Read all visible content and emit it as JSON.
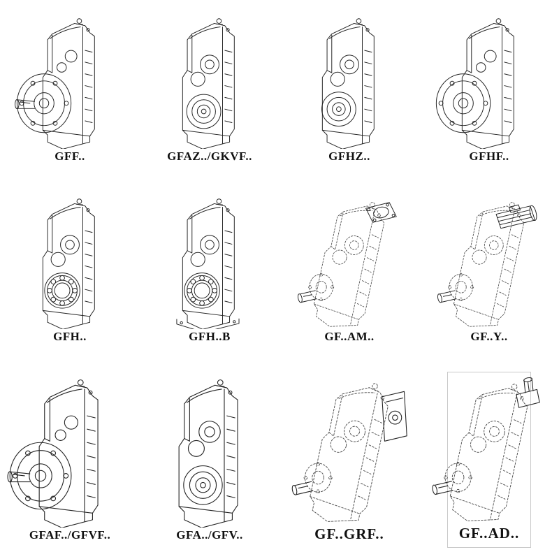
{
  "page": {
    "background": "#ffffff",
    "line_color": "#232323",
    "phantom_line_color": "#4a4a4a"
  },
  "cells": [
    {
      "label": "GFF..",
      "drawing": "parallel-shaft-gearbox-output-flange-solid-shaft",
      "line_style": "solid"
    },
    {
      "label": "GFAZ../GKVF..",
      "drawing": "parallel-shaft-gearbox-hollow-shaft",
      "line_style": "solid"
    },
    {
      "label": "GFHZ..",
      "drawing": "parallel-shaft-gearbox-hollow-shaft",
      "line_style": "solid"
    },
    {
      "label": "GFHF..",
      "drawing": "parallel-shaft-gearbox-output-flange",
      "line_style": "solid"
    },
    {
      "label": "GFH..",
      "drawing": "parallel-shaft-gearbox-bearing-detail",
      "line_style": "solid"
    },
    {
      "label": "GFH..B",
      "drawing": "parallel-shaft-gearbox-foot-mounted",
      "line_style": "solid"
    },
    {
      "label": "GF..AM..",
      "drawing": "gearbox-with-iec-adapter-flange",
      "line_style": "phantom"
    },
    {
      "label": "GF..Y..",
      "drawing": "gearbox-with-mounted-motor",
      "line_style": "phantom"
    },
    {
      "label": "GFAF../GFVF..",
      "drawing": "parallel-shaft-gearbox-output-flange-solid-shaft",
      "line_style": "solid"
    },
    {
      "label": "GFA../GFV..",
      "drawing": "parallel-shaft-gearbox-hollow-shaft",
      "line_style": "solid"
    },
    {
      "label": "GF..GRF..",
      "drawing": "gearbox-with-side-cover-unit",
      "line_style": "phantom"
    },
    {
      "label": "GF..AD..",
      "drawing": "gearbox-with-input-shaft-adapter",
      "line_style": "phantom"
    }
  ]
}
